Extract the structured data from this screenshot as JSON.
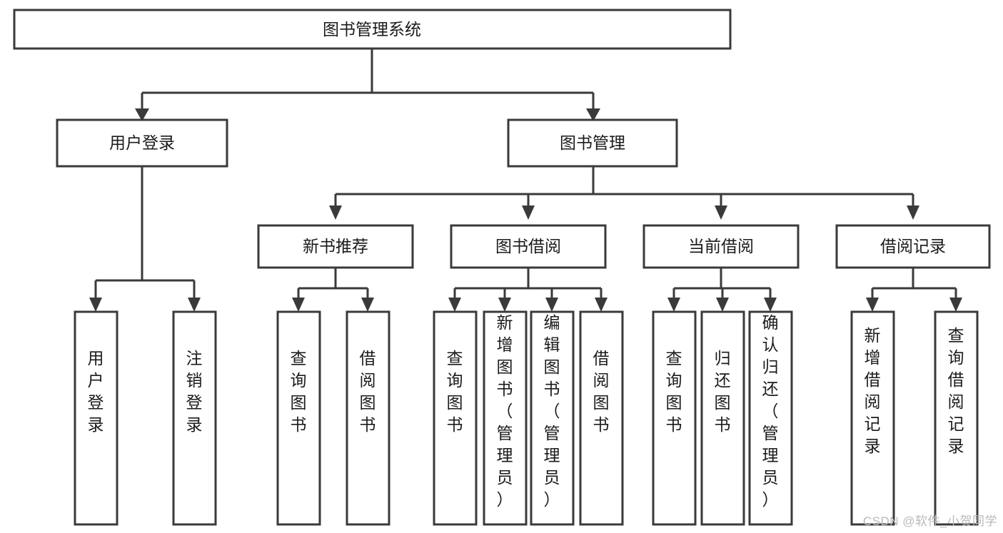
{
  "diagram": {
    "type": "tree-flowchart",
    "title": "图书管理系统",
    "orientation": "top-down",
    "watermark": "CSDN @软件_小贺同学",
    "colors": {
      "box_fill": "#ffffff",
      "box_stroke": "#3a3a3a",
      "text": "#1b1b1b",
      "watermark": "#b9b9b9"
    },
    "nodes": {
      "root": {
        "label": "图书管理系统",
        "level": 0,
        "orient": "horizontal"
      },
      "n_user_login": {
        "label": "用户登录",
        "level": 1,
        "orient": "horizontal"
      },
      "n_book_mgmt": {
        "label": "图书管理",
        "level": 1,
        "orient": "horizontal"
      },
      "n_new_book_rec": {
        "label": "新书推荐",
        "level": 2,
        "orient": "horizontal"
      },
      "n_book_borrow": {
        "label": "图书借阅",
        "level": 2,
        "orient": "horizontal"
      },
      "n_current_borrow": {
        "label": "当前借阅",
        "level": 2,
        "orient": "horizontal"
      },
      "n_borrow_record": {
        "label": "借阅记录",
        "level": 2,
        "orient": "horizontal"
      },
      "l_user_login": {
        "label": "用户登录",
        "level": 3,
        "orient": "vertical"
      },
      "l_logout": {
        "label": "注销登录",
        "level": 3,
        "orient": "vertical"
      },
      "l_query_book_1": {
        "label": "查询图书",
        "level": 3,
        "orient": "vertical"
      },
      "l_borrow_book_1": {
        "label": "借阅图书",
        "level": 3,
        "orient": "vertical"
      },
      "l_query_book_2": {
        "label": "查询图书",
        "level": 3,
        "orient": "vertical"
      },
      "l_add_book": {
        "label": "新增图书（管理员）",
        "level": 3,
        "orient": "vertical"
      },
      "l_edit_book": {
        "label": "编辑图书（管理员）",
        "level": 3,
        "orient": "vertical"
      },
      "l_borrow_book_2": {
        "label": "借阅图书",
        "level": 3,
        "orient": "vertical"
      },
      "l_query_book_3": {
        "label": "查询图书",
        "level": 3,
        "orient": "vertical"
      },
      "l_return_book": {
        "label": "归还图书",
        "level": 3,
        "orient": "vertical"
      },
      "l_confirm_return": {
        "label": "确认归还（管理员）",
        "level": 3,
        "orient": "vertical"
      },
      "l_add_record": {
        "label": "新增借阅记录",
        "level": 3,
        "orient": "vertical"
      },
      "l_query_record": {
        "label": "查询借阅记录",
        "level": 3,
        "orient": "vertical"
      }
    },
    "edges": [
      {
        "from": "root",
        "to": "n_user_login"
      },
      {
        "from": "root",
        "to": "n_book_mgmt"
      },
      {
        "from": "n_user_login",
        "to": "l_user_login"
      },
      {
        "from": "n_user_login",
        "to": "l_logout"
      },
      {
        "from": "n_book_mgmt",
        "to": "n_new_book_rec"
      },
      {
        "from": "n_book_mgmt",
        "to": "n_book_borrow"
      },
      {
        "from": "n_book_mgmt",
        "to": "n_current_borrow"
      },
      {
        "from": "n_book_mgmt",
        "to": "n_borrow_record"
      },
      {
        "from": "n_new_book_rec",
        "to": "l_query_book_1"
      },
      {
        "from": "n_new_book_rec",
        "to": "l_borrow_book_1"
      },
      {
        "from": "n_book_borrow",
        "to": "l_query_book_2"
      },
      {
        "from": "n_book_borrow",
        "to": "l_add_book"
      },
      {
        "from": "n_book_borrow",
        "to": "l_edit_book"
      },
      {
        "from": "n_book_borrow",
        "to": "l_borrow_book_2"
      },
      {
        "from": "n_current_borrow",
        "to": "l_query_book_3"
      },
      {
        "from": "n_current_borrow",
        "to": "l_return_book"
      },
      {
        "from": "n_current_borrow",
        "to": "l_confirm_return"
      },
      {
        "from": "n_borrow_record",
        "to": "l_add_record"
      },
      {
        "from": "n_borrow_record",
        "to": "l_query_record"
      }
    ]
  }
}
